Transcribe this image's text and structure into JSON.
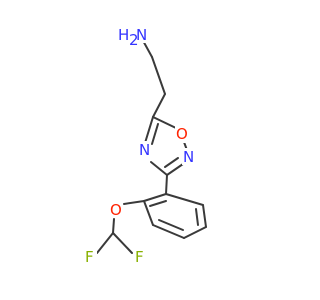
{
  "atoms": {
    "amine_h": "H",
    "amine_h_count": "2",
    "amine_n": "N",
    "ring_o": "O",
    "ring_n_upper": "N",
    "ring_n_lower": "N",
    "ether_o": "O",
    "fluorine_left": "F",
    "fluorine_right": "F"
  },
  "colors": {
    "bond": "#3a3a3a",
    "nitrogen": "#3333ff",
    "oxygen": "#ff2200",
    "fluorine": "#88b000"
  }
}
